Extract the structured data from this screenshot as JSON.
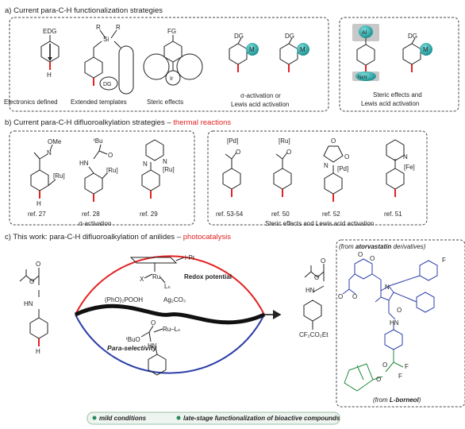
{
  "section_a": {
    "title": "a) Current para-C-H functionalization strategies",
    "labels": {
      "edg": "EDG",
      "r1": "R",
      "r2": "R",
      "si": "Si",
      "dg": "DG",
      "fg": "FG",
      "ir": "Ir",
      "dg_m1": "DG",
      "m1": "M",
      "dg_m2": "DG",
      "m2": "M",
      "al": "Al",
      "ni": "Ni/Ir",
      "dg_m3": "DG",
      "m3": "M",
      "h": "H"
    },
    "captions": {
      "electronics": "Electronics defined",
      "templates": "Extended templates",
      "steric": "Steric effects",
      "sigma_lewis_1": "σ-activation or",
      "sigma_lewis_2": "Lewis acid activation",
      "steric_lewis_1": "Steric effects and",
      "steric_lewis_2": "Lewis acid activation"
    }
  },
  "section_b": {
    "title_prefix": "b) Current para-C-H difluoroalkylation strategies – ",
    "title_highlight": "thermal reactions",
    "labels": {
      "ome": "OMe",
      "n": "N",
      "ru": "[Ru]",
      "tbu": "ᵗBu",
      "o": "O",
      "hn": "HN",
      "ru2": "[Ru]",
      "n2": "N",
      "n3": "N",
      "ru3": "[Ru]",
      "pd": "[Pd]",
      "o2": "O",
      "ru4": "[Ru]",
      "o3": "O",
      "o4": "O",
      "o5": "O",
      "n4": "N",
      "pd2": "[Pd]",
      "n5": "N",
      "fe": "[Fe]",
      "h": "H"
    },
    "refs": [
      "ref. 27",
      "ref. 28",
      "ref. 29",
      "ref. 53-54",
      "ref. 50",
      "ref. 52",
      "ref. 51"
    ],
    "caption_left": "σ-activation",
    "caption_right": "Steric effects and Lewis acid activation"
  },
  "section_c": {
    "title_prefix": "c) This work:  para-C-H difluoroalkylation of anilides – ",
    "title_highlight": "photocatalysis",
    "labels": {
      "o": "O",
      "o2": "O",
      "hn": "HN",
      "h": "H",
      "ipr": "i-Pr",
      "x": "X",
      "ru": "Ru",
      "ln": "Lₙ",
      "redox": "Redox potential",
      "phos": "(PhO)₂POOH",
      "ag": "Ag₂CO₃",
      "tbuo": "ᵗBuO",
      "o3": "O",
      "ru2": "Ru–Lₙ",
      "hn2": "HN",
      "para": "Para-selectivity",
      "p_o": "O",
      "p_o2": "O",
      "p_hn": "HN",
      "cf2": "CF₂CO₂Et"
    },
    "right_box": {
      "top_note_prefix": "(from ",
      "top_note_bold": "atorvastatin",
      "top_note_suffix": " derivatives)",
      "f": "F",
      "n": "N",
      "hn": "HN",
      "o": "O",
      "o2": "O",
      "o3": "O",
      "o4": "O",
      "o5": "O",
      "o6": "O",
      "o7": "O",
      "f2": "F",
      "f3": "F",
      "bottom_note_prefix": "(from ",
      "bottom_note_bold": "L-borneol",
      "bottom_note_suffix": ")"
    }
  },
  "footer": {
    "item1": "mild conditions",
    "item2": "late-stage functionalization of bioactive compounds"
  },
  "colors": {
    "red": "#e32222",
    "blue": "#2d3fa8",
    "green": "#1e8a3c",
    "teal": "#1aa3a3",
    "grey": "#c8c8c8",
    "footer_bg": "#eef5f0",
    "footer_border": "#9bbfa5",
    "footer_text": "#2a8a5c"
  }
}
